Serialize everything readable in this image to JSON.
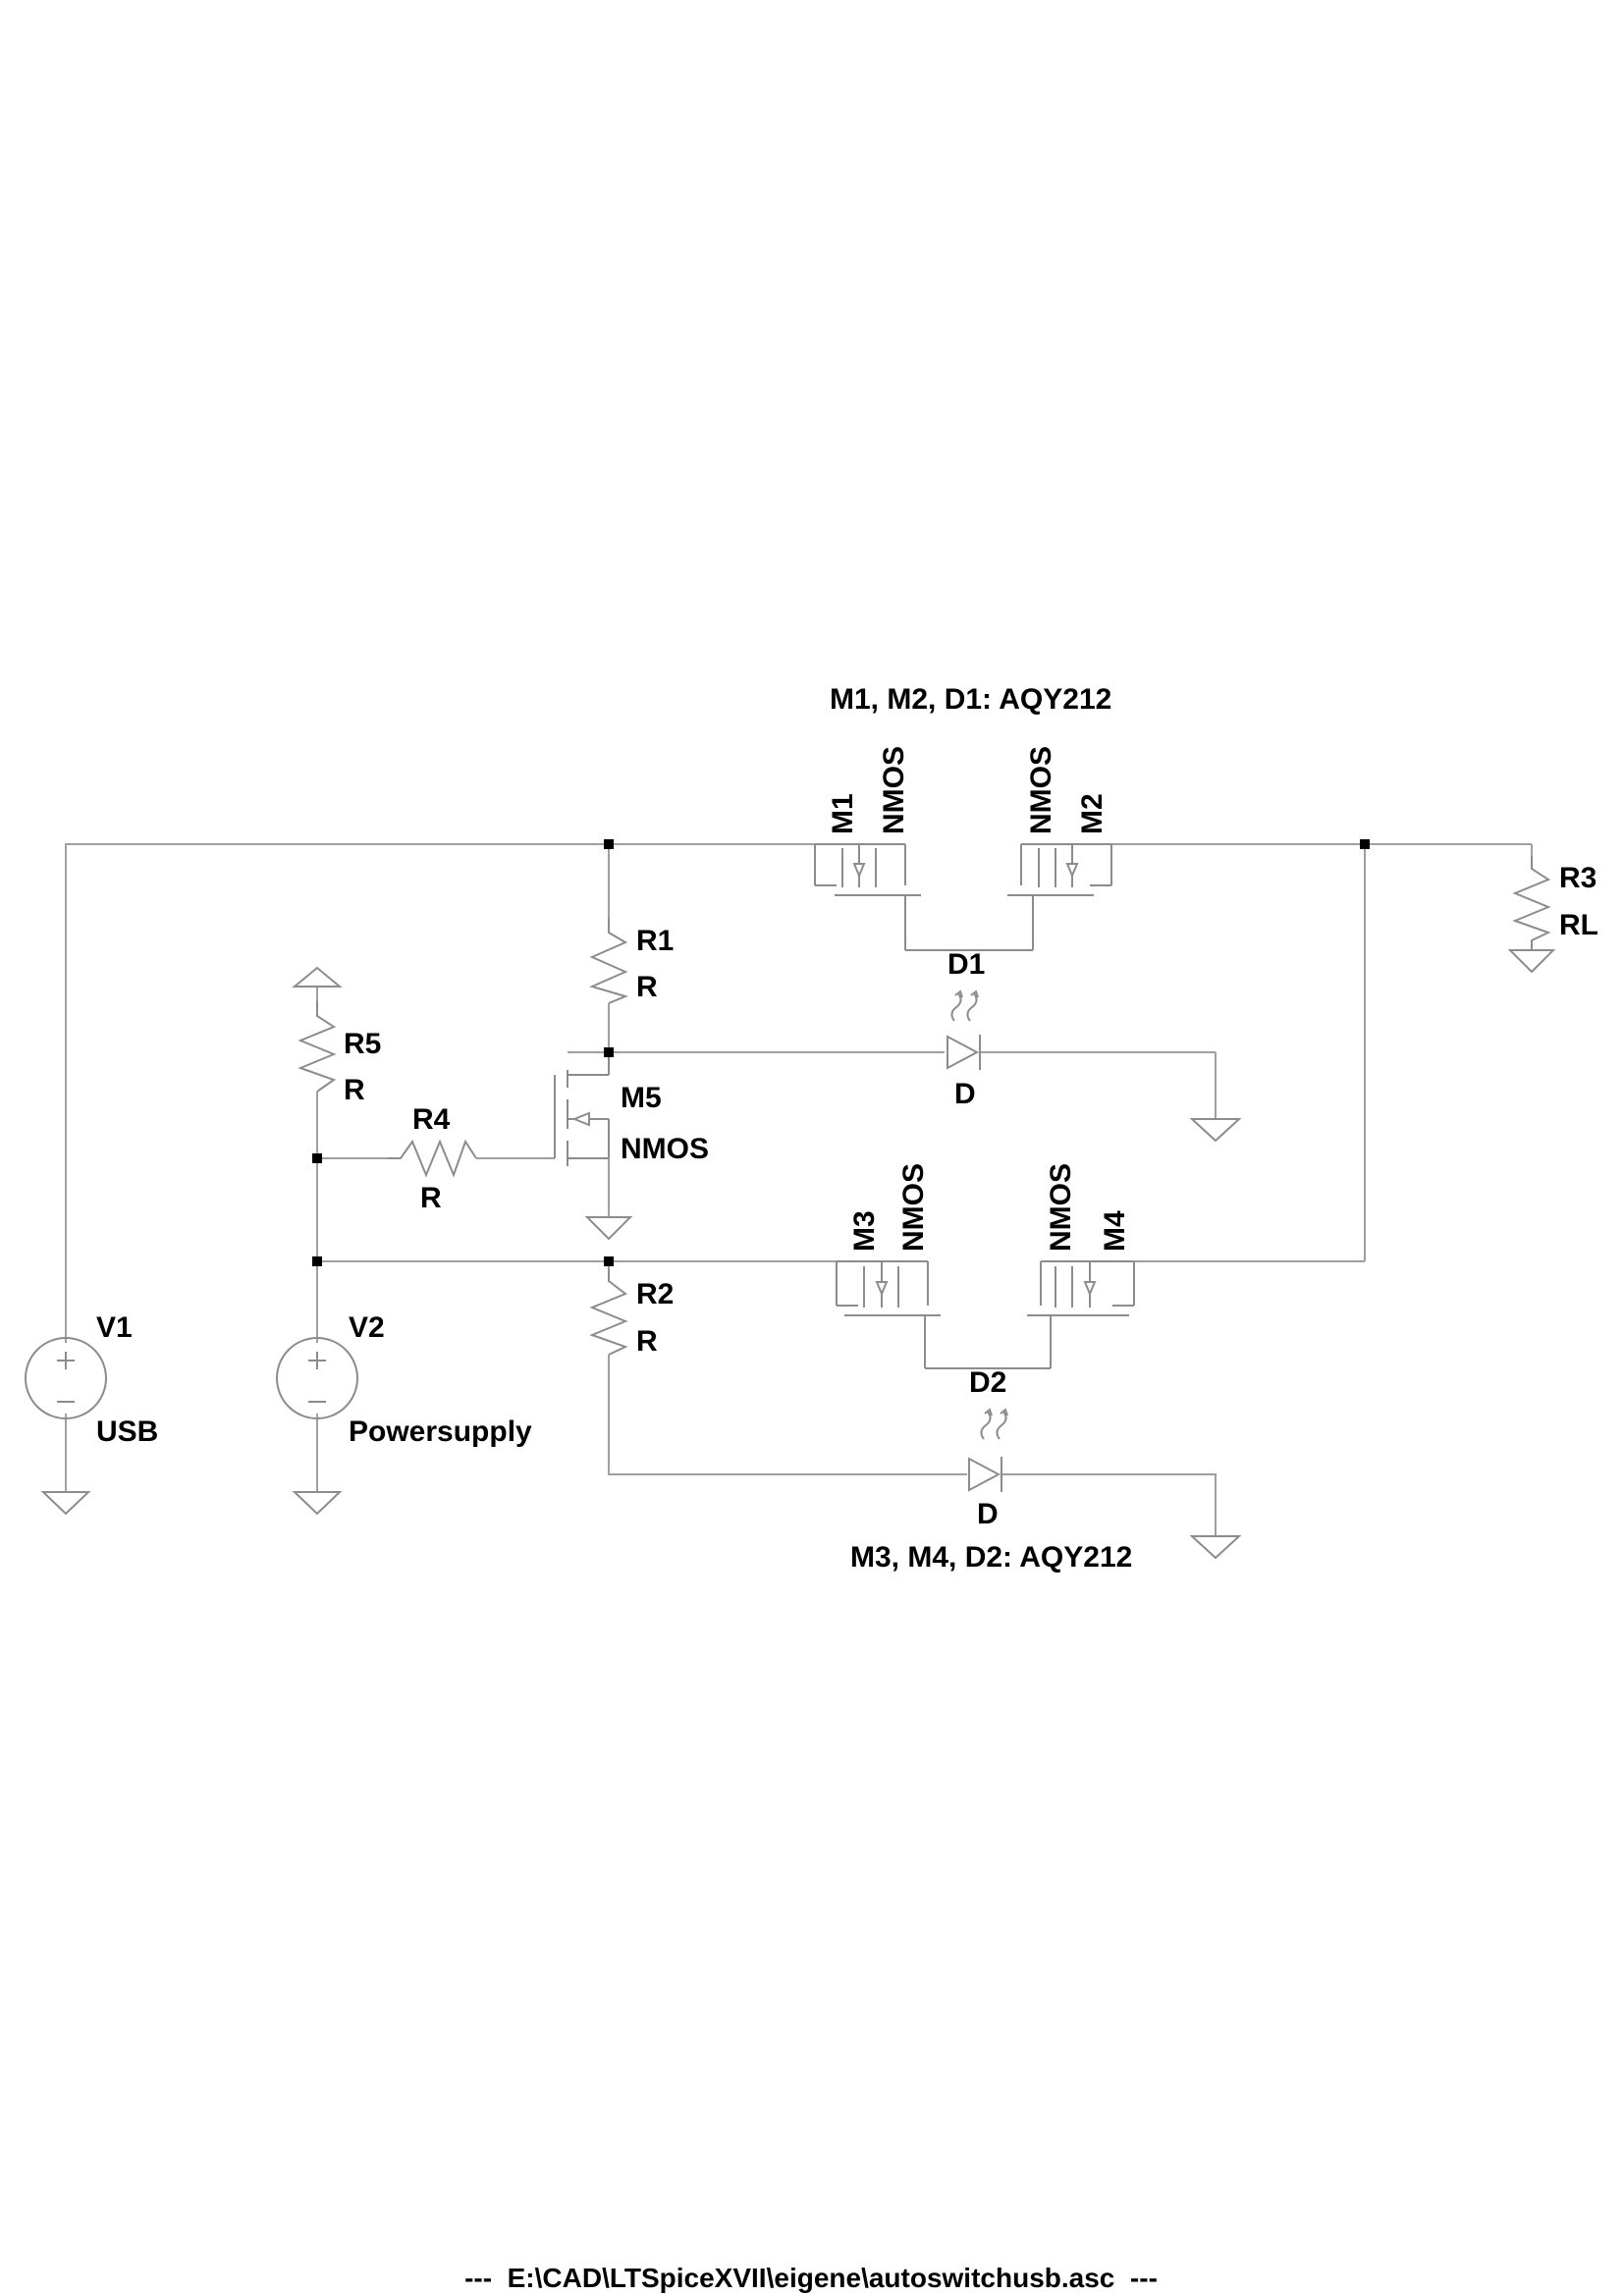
{
  "title": "M1, M2, D1: AQY212",
  "subtitle": "M3, M4, D2: AQY212",
  "footer": "---  E:\\CAD\\LTSpiceXVII\\eigene\\autoswitchusb.asc  ---",
  "colors": {
    "wire": "#a0a0a0",
    "symbol": "#8c8c8c",
    "junction": "#000000",
    "text": "#000000"
  },
  "components": {
    "m1": {
      "name": "M1",
      "value": "NMOS"
    },
    "m2": {
      "name": "M2",
      "value": "NMOS"
    },
    "m3": {
      "name": "M3",
      "value": "NMOS"
    },
    "m4": {
      "name": "M4",
      "value": "NMOS"
    },
    "m5": {
      "name": "M5",
      "value": "NMOS"
    },
    "r1": {
      "name": "R1",
      "value": "R"
    },
    "r2": {
      "name": "R2",
      "value": "R"
    },
    "r3": {
      "name": "R3",
      "value": "RL"
    },
    "r4": {
      "name": "R4",
      "value": "R"
    },
    "r5": {
      "name": "R5",
      "value": "R"
    },
    "d1": {
      "name": "D1",
      "value": "D"
    },
    "d2": {
      "name": "D2",
      "value": "D"
    },
    "v1": {
      "name": "V1",
      "value": "USB"
    },
    "v2": {
      "name": "V2",
      "value": "Powersupply"
    }
  }
}
